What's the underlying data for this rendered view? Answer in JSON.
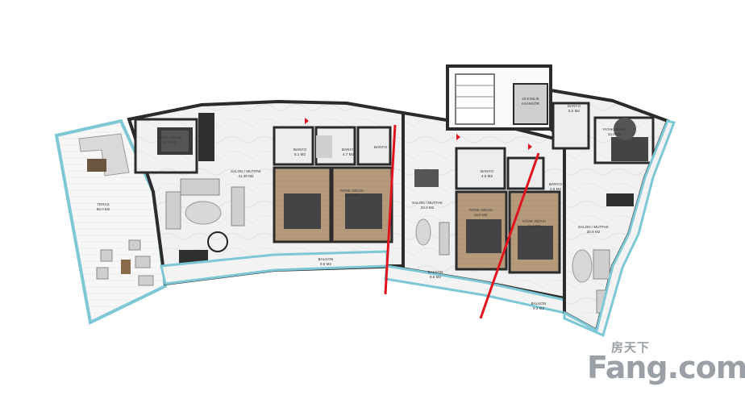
{
  "labels": {
    "teras_name": "TERAS",
    "teras_area": "58.0 M2",
    "yatak1_name": "YATAK ODASI",
    "yatak1_area": "13.0 M2",
    "salon1_name": "SALON / MUTFAK",
    "salon1_area": "41.30 M2",
    "banyo1_name": "BANYO",
    "banyo1_area": "5.1 M2",
    "banyo2_name": "BANYO",
    "banyo2_area": "4.7 M2",
    "banyo3_name": "BANYO",
    "yatak2_name": "YATAK ODASI",
    "yatak2_area": "13.2 M2",
    "balkon1_name": "BALKON",
    "balkon1_area": "9.5 M2",
    "salon2_name": "SALON / MUTFAK",
    "salon2_area": "23.0 M2",
    "balkon2_name": "BALKON",
    "balkon2_area": "9.5 M2",
    "banyo4_name": "BANYO",
    "banyo4_area": "4.6 M2",
    "yatak3_name": "YATAK ODASI",
    "yatak3_area": "13.0 M2",
    "banyo5_name": "BANYO",
    "banyo5_area": "3.9 M2",
    "yatak4_name": "YATAK ODASI",
    "yatak4_area": "12.4 M2",
    "salon3_name": "SALON / MUTFAK",
    "salon3_area": "20.8 M2",
    "balkon3_name": "BALKON",
    "balkon3_area": "9.3 M2",
    "asansor_line1": "10 KISILIK",
    "asansor_line2": "ASANSÖR",
    "banyo6_name": "BANYO",
    "banyo6_area": "5.0 M2",
    "yatak5_name": "YATAK ODASI",
    "yatak5_area": "13.0 M2"
  },
  "watermark": {
    "cn": "房天下",
    "en_left": "Fang",
    "en_right": ".com"
  },
  "colors": {
    "wall": "#2b2b2b",
    "marble": "#eeeeee",
    "wood": "#b59a7c",
    "terrace_border": "#7ec8d6",
    "divider": "#e0141e"
  }
}
